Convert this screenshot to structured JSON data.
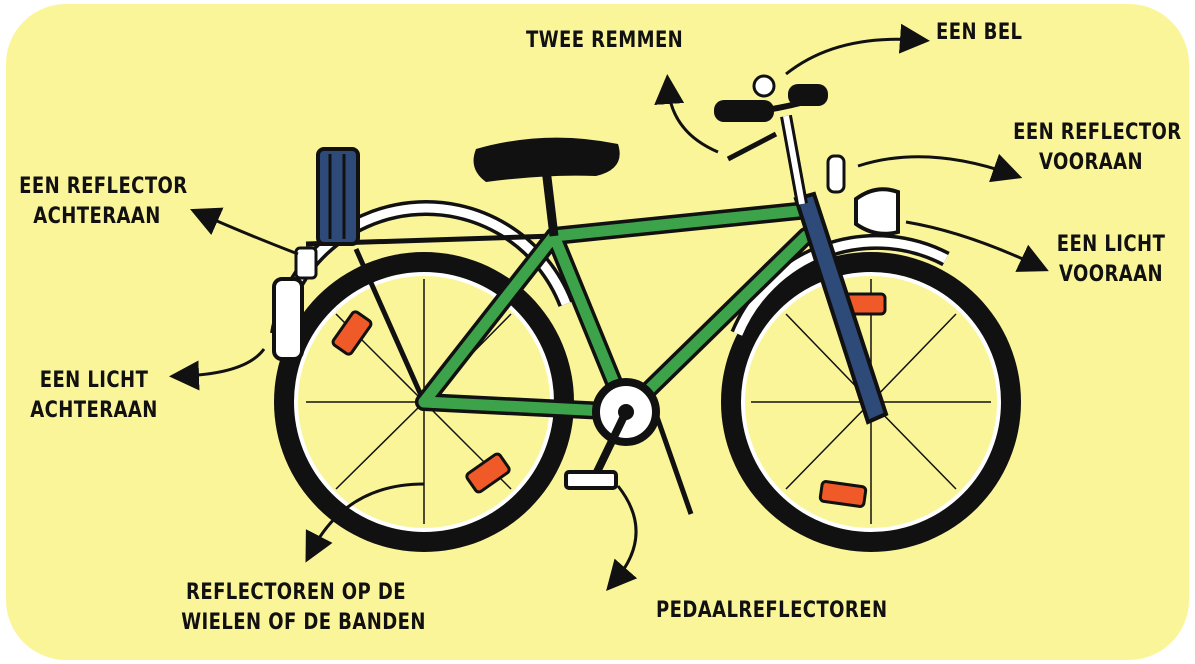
{
  "colors": {
    "background": "#fbf59a",
    "frame": "#3da34a",
    "fork": "#2d4a78",
    "reflector": "#f05a28",
    "ink": "#111111"
  },
  "labels": {
    "twee_remmen": "TWEE REMMEN",
    "een_bel": "EEN BEL",
    "reflector_voor": [
      "EEN REFLECTOR",
      "VOORAAN"
    ],
    "licht_voor": [
      "EEN LICHT",
      "VOORAAN"
    ],
    "reflector_achter": [
      "EEN REFLECTOR",
      "ACHTERAAN"
    ],
    "licht_achter": [
      "EEN LICHT",
      "ACHTERAAN"
    ],
    "wielen": [
      "REFLECTOREN OP DE",
      "WIELEN OF DE BANDEN"
    ],
    "pedaal": "PEDAALREFLECTOREN"
  }
}
